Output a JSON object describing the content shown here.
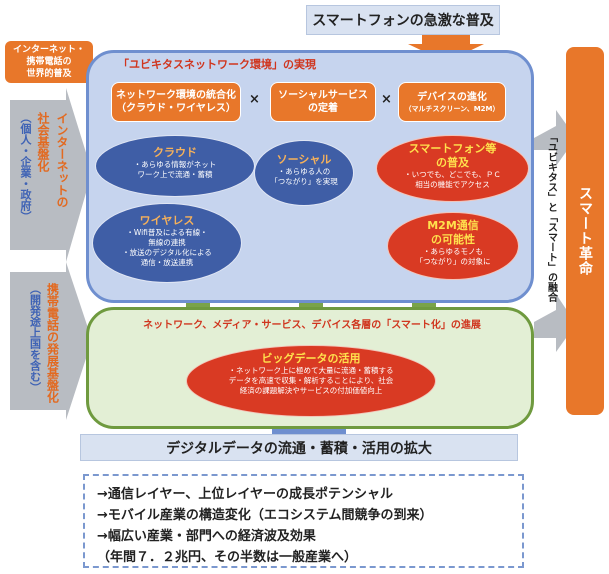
{
  "top_banner": "スマートフォンの急激な普及",
  "top_left_tag": [
    "インターネット・",
    "携帯電話の",
    "世界的普及"
  ],
  "main_title": "「ユビキタスネットワーク環境」の実現",
  "boxes": [
    {
      "line1": "ネットワーク環境の統合化",
      "line2": "（クラウド・ワイヤレス）"
    },
    {
      "line1": "ソーシャルサービス",
      "line2": "の定着"
    },
    {
      "line1": "デバイスの進化",
      "line2": "（マルチスクリーン、M2M）"
    }
  ],
  "times": "×",
  "cloud": {
    "title": "クラウド",
    "body": [
      "・あらゆる情報がネット",
      "ワーク上で流通・蓄積"
    ]
  },
  "wireless": {
    "title": "ワイヤレス",
    "body": [
      "・Wifi普及による有線・",
      "無線の連携",
      "・放送のデジタル化による",
      "通信・放送連携"
    ]
  },
  "social": {
    "title": "ソーシャル",
    "body": [
      "・あらゆる人の",
      "「つながり」を実現"
    ]
  },
  "smartphone": {
    "title_line1": "スマートフォン等",
    "title_line2": "の普及",
    "body": [
      "・いつでも、どこでも、ＰＣ",
      "相当の機能でアクセス"
    ]
  },
  "m2m": {
    "title_line1": "M2M通信",
    "title_line2": "の可能性",
    "body": [
      "・あらゆるモノも",
      "「つながり」の対象に"
    ]
  },
  "green_title": "ネットワーク、メディア・サービス、デバイス各層の「スマート化」の進展",
  "bigdata": {
    "title": "ビッグデータの活用",
    "body": [
      "・ネットワーク上に極めて大量に流通・蓄積する",
      "データを高速で収集・解析することにより、社会",
      "経済の課題解決やサービスの付加価値向上"
    ]
  },
  "bottom_banner": "デジタルデータの流通・蓄積・活用の拡大",
  "summary": [
    "→通信レイヤー、上位レイヤーの成長ポテンシャル",
    "→モバイル産業の構造変化（エコシステム間競争の到来）",
    "→幅広い産業・部門への経済波及効果",
    "（年間７．２兆円、その半数は一般産業へ）"
  ],
  "right_bar": "スマート革命",
  "right_caption": "「ユビキタス」と「スマート」の融合",
  "left_arrow1": {
    "col1": "（個人・企業・政府）",
    "col2": "社会基盤化",
    "col3": "インターネットの"
  },
  "left_arrow2": {
    "col1": "（開発途上国を含む）",
    "col2": "携帯電話の発展基盤化"
  },
  "colors": {
    "orange": "#e8772a",
    "blue_panel": "#c6d4ee",
    "green_panel": "#e3efd5",
    "red": "#d93a23",
    "navy": "#3f5ea6"
  }
}
